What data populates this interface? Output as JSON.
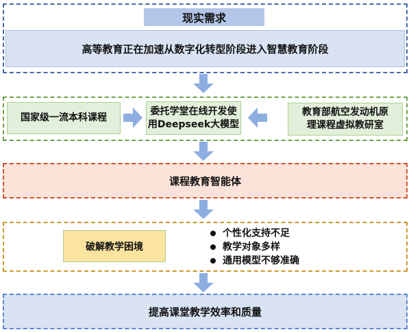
{
  "section1": {
    "title": "现实需求",
    "content": "高等教育正在加速从数字化转型阶段进入智慧教育阶段"
  },
  "section2": {
    "left": "国家级一流本科课程",
    "middle_line1": "委托学堂在线开发使",
    "middle_line2": "用Deepseek大模型",
    "right_line1": "教育部航空发动机原",
    "right_line2": "理课程虚拟教研室"
  },
  "section3": {
    "label": "课程教育智能体"
  },
  "section4": {
    "label": "破解教学困境",
    "bullets": [
      "个性化支持不足",
      "教学对象多样",
      "通用模型不够准确"
    ]
  },
  "section5": {
    "label": "提高课堂教学效率和质量"
  },
  "colors": {
    "blue_border": "#4668a8",
    "green_border": "#6ea046",
    "red_border": "#d0522a",
    "gold_border": "#c99a2a",
    "arrow": "#8eaee2"
  }
}
